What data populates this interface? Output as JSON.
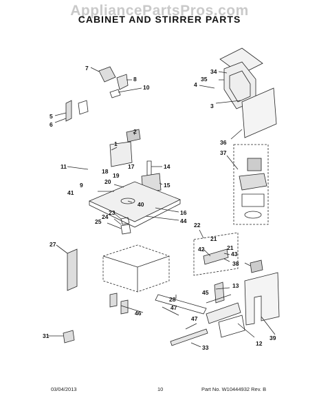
{
  "watermark": "AppliancePartsPros.com",
  "title": "CABINET AND STIRRER PARTS",
  "footer": {
    "date": "03/04/2013",
    "page": "10",
    "part_no": "Part No.  W10444932  Rev. B"
  },
  "callouts": [
    "7",
    "8",
    "10",
    "34",
    "35",
    "4",
    "3",
    "5",
    "6",
    "36",
    "37",
    "2",
    "1",
    "11",
    "19",
    "17",
    "18",
    "20",
    "9",
    "14",
    "15",
    "41",
    "40",
    "16",
    "44",
    "23",
    "24",
    "25",
    "22",
    "42",
    "21",
    "21",
    "43",
    "38",
    "27",
    "13",
    "45",
    "46",
    "47",
    "28",
    "12",
    "39",
    "31",
    "33",
    "47"
  ]
}
